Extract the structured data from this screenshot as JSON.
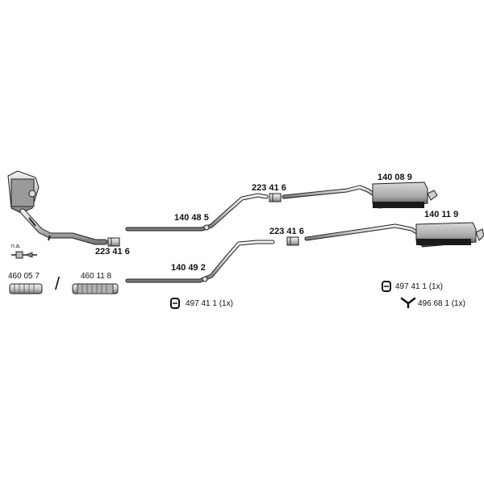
{
  "parts": {
    "muffler_front": "140 08 9",
    "muffler_rear": "140 11 9",
    "clamp_upper": "223 41 6",
    "clamp_lower": "223 41 6",
    "clamp_front": "223 41 6",
    "pipe_upper": "140 48 5",
    "pipe_lower": "140 49 2",
    "flex_a": "460 05 7",
    "flex_b": "460 11 8",
    "na_note": "n.a.",
    "separator": "/"
  },
  "legend": {
    "rubber_mount_left": "497 41 1 (1x)",
    "rubber_mount_right": "497 41 1 (1x)",
    "hanger_y": "496 68 1 (1x)"
  }
}
